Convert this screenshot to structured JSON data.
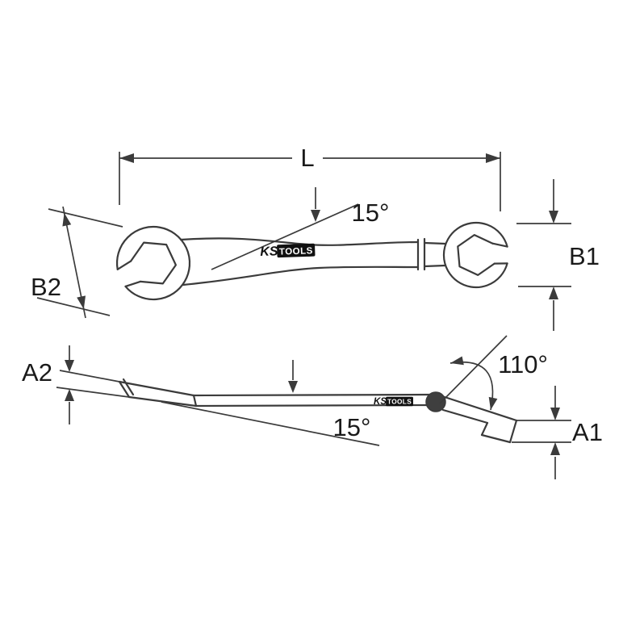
{
  "page": {
    "background": "#ffffff"
  },
  "drawing": {
    "subject": "Flare nut wrench with flexible head — dimensional technical drawing, top view and side view",
    "colors": {
      "line": "#3b3b3b",
      "text": "#1a1a1a",
      "logo_bg": "#111111",
      "logo_text": "#ffffff"
    },
    "brand": {
      "ks": "KS",
      "tools": "TOOLS"
    },
    "labels": {
      "length": "L",
      "top_view_angle": "15°",
      "width_right": "B1",
      "width_left": "B2",
      "height_left": "A2",
      "side_view_angle": "15°",
      "head_pivot_angle": "110°",
      "height_right": "A1"
    }
  }
}
